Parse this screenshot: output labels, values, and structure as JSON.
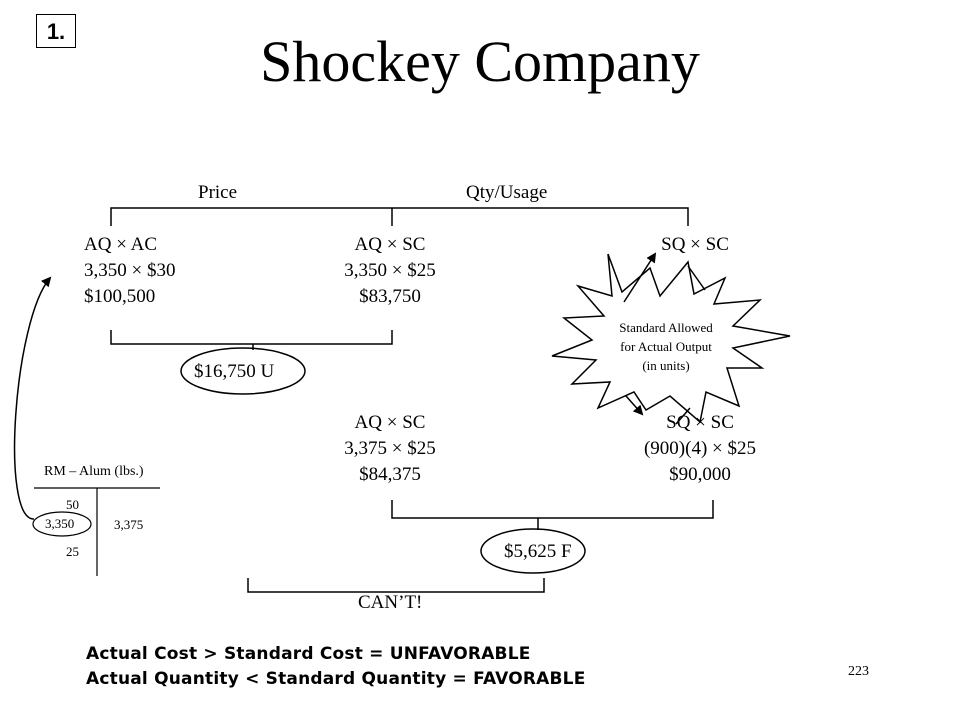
{
  "slide_label": "1.",
  "title": "Shockey Company",
  "headers": {
    "price": "Price",
    "qty": "Qty/Usage"
  },
  "top_row": {
    "col1": [
      "AQ × AC",
      "3,350 × $30",
      "$100,500"
    ],
    "col2": [
      "AQ × SC",
      "3,350 × $25",
      "$83,750"
    ],
    "col3": [
      "SQ × SC"
    ]
  },
  "price_variance": "$16,750 U",
  "starburst": [
    "Standard Allowed",
    "for Actual Output",
    "(in units)"
  ],
  "bottom_row": {
    "col2": [
      "AQ × SC",
      "3,375 × $25",
      "$84,375"
    ],
    "col3": [
      "SQ × SC",
      "(900)(4) × $25",
      "$90,000"
    ]
  },
  "qty_variance": "$5,625 F",
  "cant_label": "CAN’T!",
  "t_account": {
    "title": "RM – Alum (lbs.)",
    "debits": [
      "50",
      "3,350",
      "25"
    ],
    "credits": [
      "3,375"
    ]
  },
  "rules": [
    "Actual Cost > Standard Cost = UNFAVORABLE",
    "Actual Quantity < Standard Quantity = FAVORABLE"
  ],
  "page_number": "223"
}
